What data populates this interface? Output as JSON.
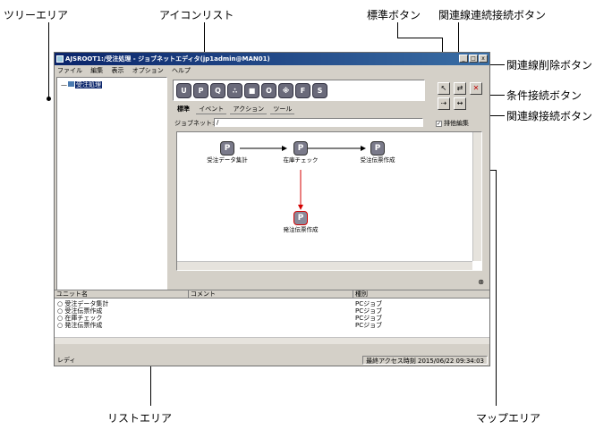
{
  "callouts": {
    "tree_area": "ツリーエリア",
    "icon_list": "アイコンリスト",
    "standard_button": "標準ボタン",
    "relation_chain_button": "関連線連続接続ボタン",
    "relation_delete_button": "関連線削除ボタン",
    "condition_connect_button": "条件接続ボタン",
    "relation_connect_button": "関連線接続ボタン",
    "list_area": "リストエリア",
    "map_area": "マップエリア"
  },
  "window": {
    "title": "AJSROOT1:/受注処理 - ジョブネットエディタ(jp1admin@MAN01)",
    "min": "_",
    "max": "□",
    "close": "x",
    "menu": [
      "ファイル",
      "編集",
      "表示",
      "オプション",
      "ヘルプ"
    ]
  },
  "tree": {
    "root_label": "受注処理",
    "prefix": "—"
  },
  "palette": {
    "icons": [
      "U",
      "P",
      "Q",
      "∴",
      "■",
      "O",
      "※",
      "F",
      "S"
    ]
  },
  "toolbar": {
    "standard": "↖",
    "relation": "⇄",
    "delete": "✕",
    "condition": "⇢",
    "connect": "↔"
  },
  "tabs": [
    "標準",
    "イベント",
    "アクション",
    "ツール"
  ],
  "jobnet": {
    "label": "ジョブネット:",
    "value": "/"
  },
  "exclusive": {
    "check": "✓",
    "label": "排他編集"
  },
  "map": {
    "jobs": [
      {
        "label": "受注データ集計",
        "icon": "P"
      },
      {
        "label": "在庫チェック",
        "icon": "P"
      },
      {
        "label": "受注伝票作成",
        "icon": "P"
      },
      {
        "label": "発注伝票作成",
        "icon": "P"
      }
    ],
    "expand_icon": "⊗"
  },
  "list": {
    "headers": [
      "ユニット名",
      "コメント",
      "種別"
    ],
    "rows": [
      {
        "name": "受注データ集計",
        "comment": "",
        "type": "PCジョブ"
      },
      {
        "name": "受注伝票作成",
        "comment": "",
        "type": "PCジョブ"
      },
      {
        "name": "在庫チェック",
        "comment": "",
        "type": "PCジョブ"
      },
      {
        "name": "発注伝票作成",
        "comment": "",
        "type": "PCジョブ"
      }
    ]
  },
  "status": {
    "left": "レディ",
    "right": "最終アクセス時刻 2015/06/22 09:34:03"
  }
}
